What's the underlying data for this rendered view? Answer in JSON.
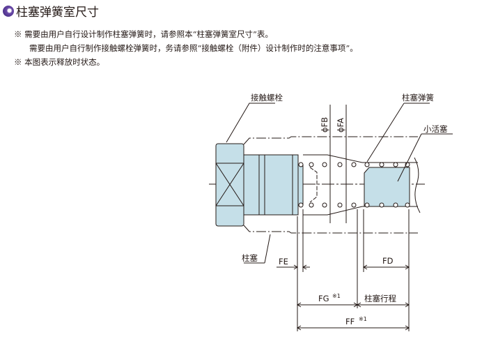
{
  "title": "柱塞弹簧室尺寸",
  "notes": [
    "※ 需要由用户自行设计制作柱塞弹簧时，请参照本“柱塞弹簧室尺寸”表。",
    "需要由用户自行制作接触螺栓弹簧时，务请参照“接触螺栓（附件）设计制作时的注意事项”。",
    "※ 本图表示释放时状态。"
  ],
  "diagram": {
    "labels": {
      "contact_bolt": "接触螺栓",
      "plunger_spring": "柱塞弹簧",
      "small_piston": "小活塞",
      "plunger": "柱塞"
    },
    "dims": {
      "fb": "ϕFB",
      "fa": "ϕFA",
      "fe": "FE",
      "fd": "FD",
      "fg": "FG",
      "fg_note": "※1",
      "stroke": "柱塞行程",
      "ff": "FF",
      "ff_note": "※1"
    },
    "colors": {
      "fill": "#c5dfe8",
      "line": "#231815"
    }
  }
}
